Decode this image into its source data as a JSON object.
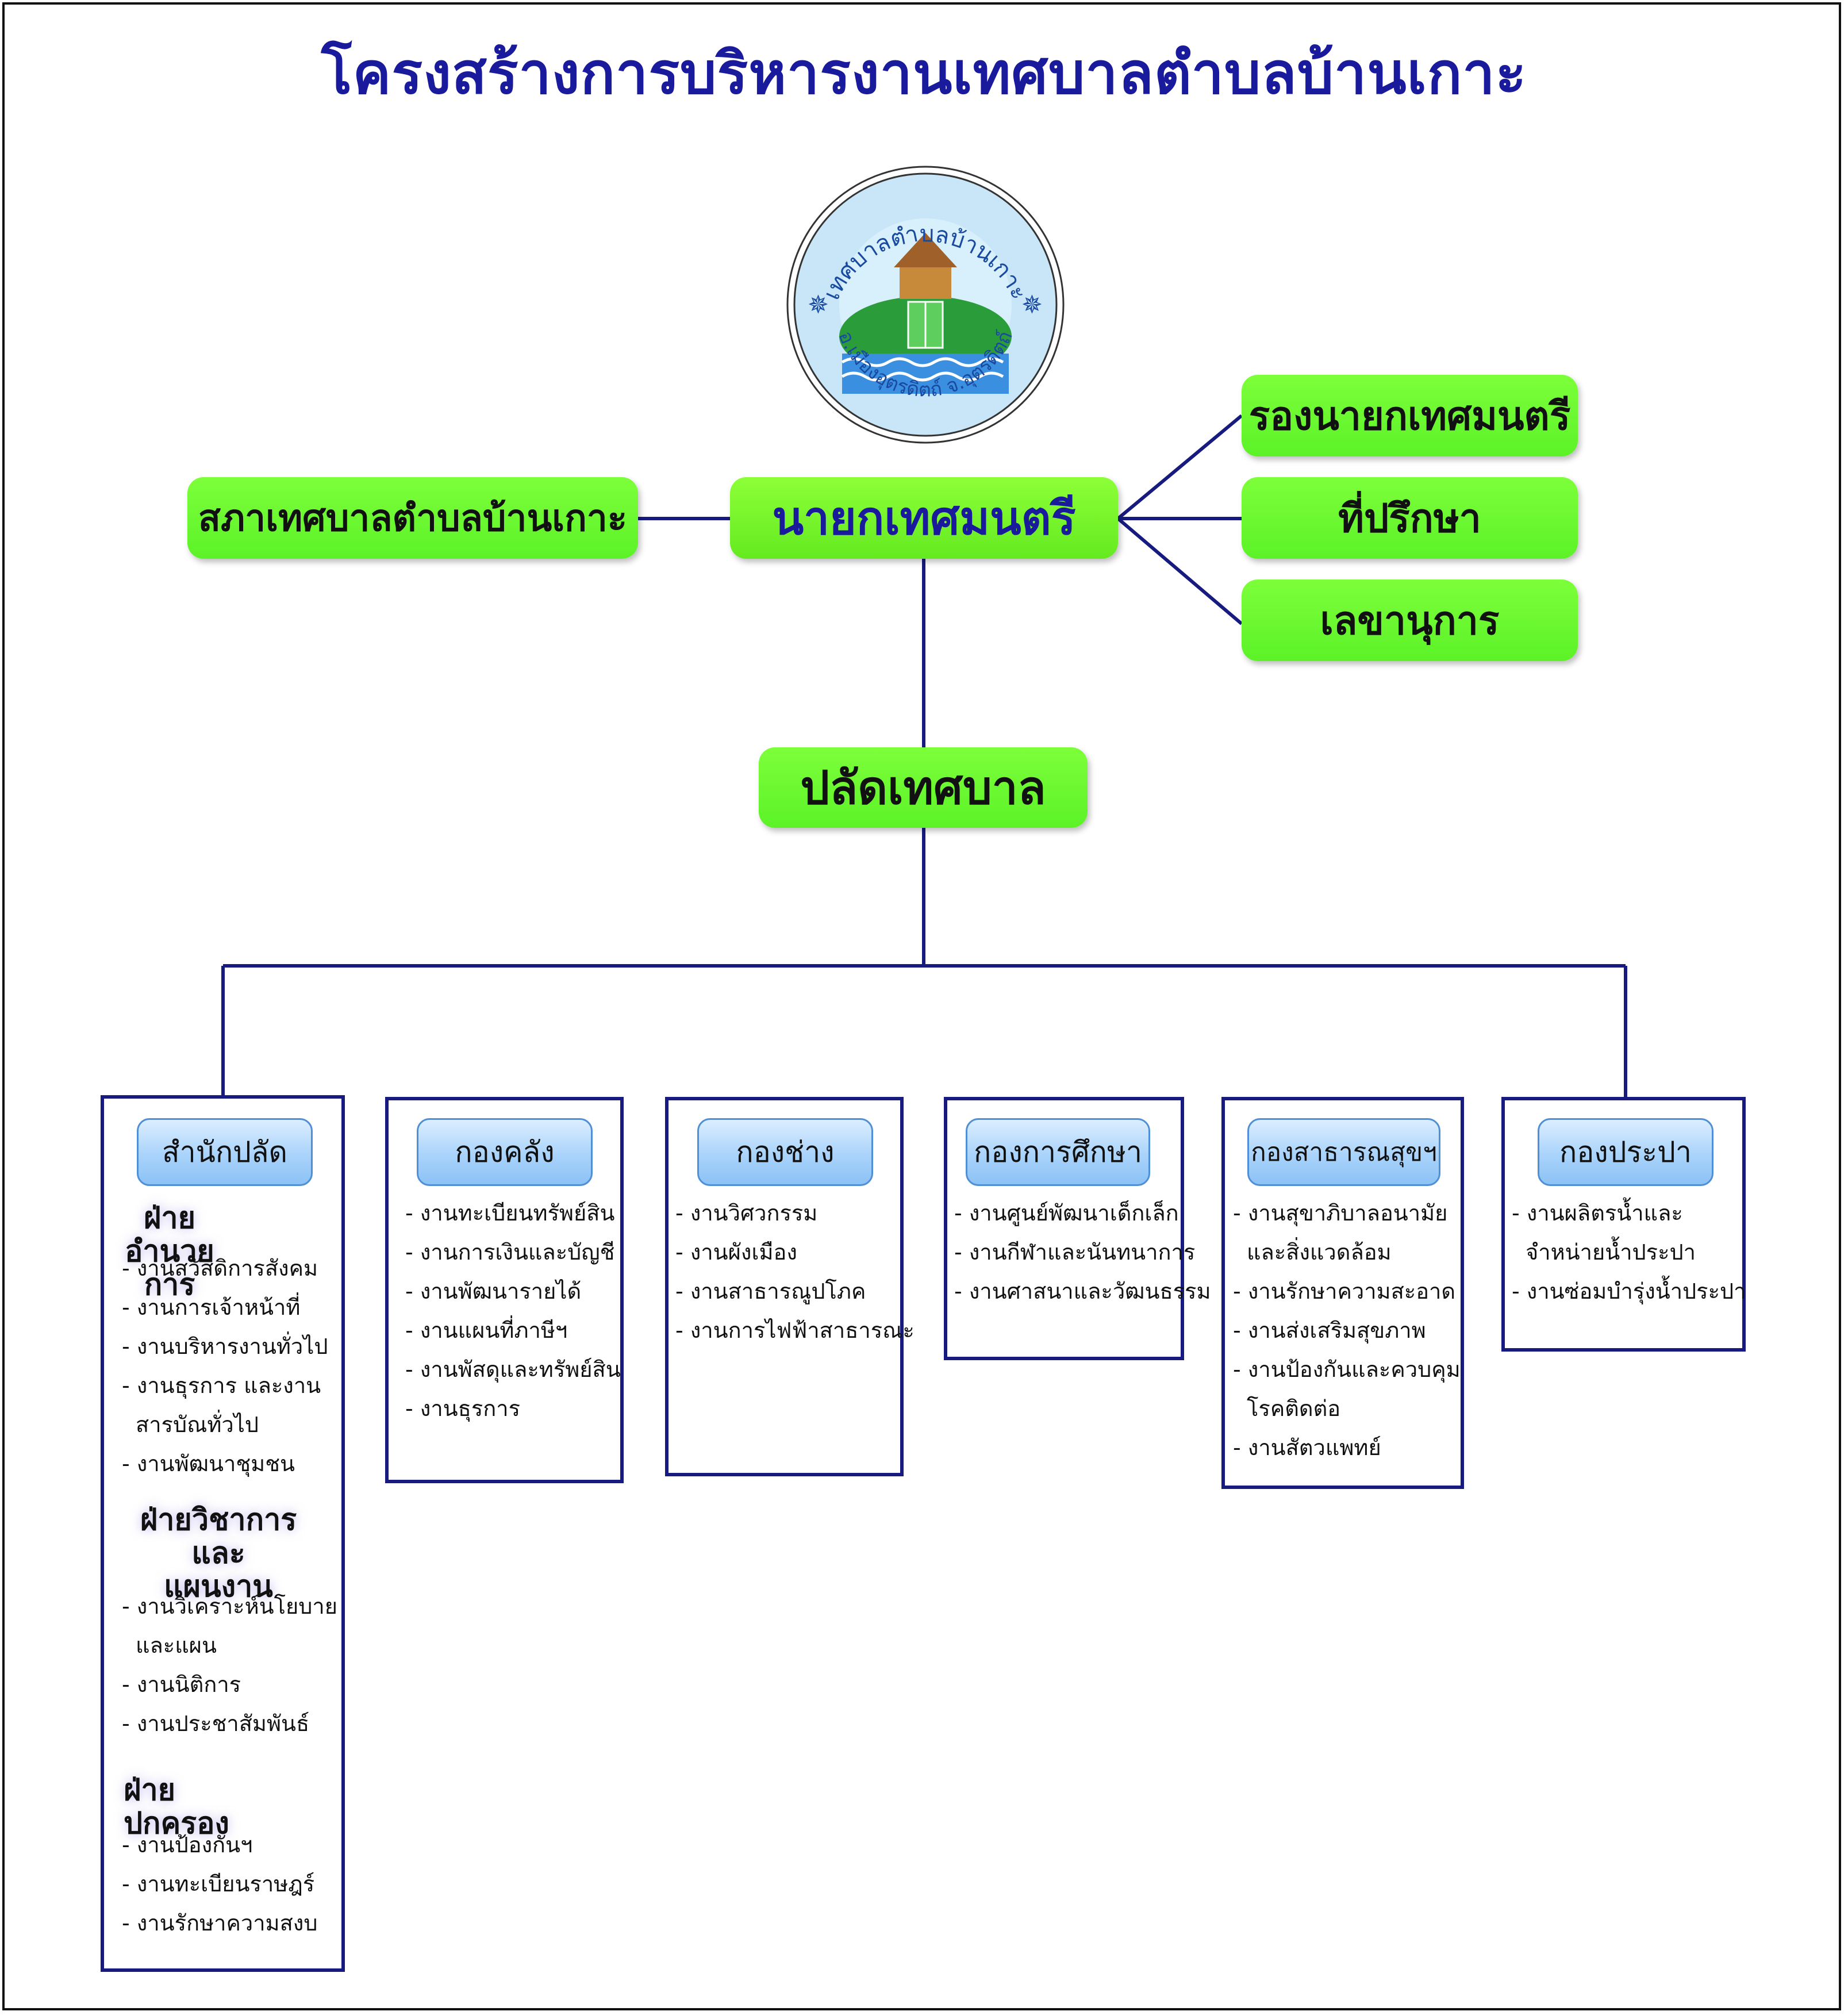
{
  "title": "โครงสร้างการบริหารงานเทศบาลตำบลบ้านเกาะ",
  "logo": {
    "top_text": "เทศบาลตำบลบ้านเกาะ",
    "bottom_text": "อ.เมืองอุตรดิตถ์ จ.อุตรดิตถ์"
  },
  "colors": {
    "node_green": "#66f02a",
    "line_navy": "#171b80",
    "title_blue": "#1a1a9c",
    "pill_blue": "#a9d3fb"
  },
  "top": {
    "council": "สภาเทศบาลตำบลบ้านเกาะ",
    "mayor": "นายกเทศมนตรี",
    "deputy": "รองนายกเทศมนตรี",
    "advisor": "ที่ปรึกษา",
    "secretary": "เลขานุการ",
    "clerk": "ปลัดเทศบาล"
  },
  "depts": [
    {
      "name": "สำนักปลัด",
      "sections": [
        {
          "title": "ฝ่ายอำนวยการ",
          "items": [
            "- งานสวัสดิการสังคม",
            "- งานการเจ้าหน้าที่",
            "- งานบริหารงานทั่วไป",
            "- งานธุรการ และงาน",
            "สารบัณทั่วไป",
            "- งานพัฒนาชุมชน"
          ]
        },
        {
          "title": "ฝ่ายวิชาการและ",
          "title2": "แผนงาน",
          "items": [
            "- งานวิเคราะห์นโยบาย",
            "และแผน",
            "- งานนิติการ",
            "- งานประชาสัมพันธ์"
          ]
        },
        {
          "title": "ฝ่ายปกครอง",
          "items": [
            "- งานป้องกันฯ",
            "- งานทะเบียนราษฎร์",
            "- งานรักษาความสงบ"
          ]
        }
      ]
    },
    {
      "name": "กองคลัง",
      "items": [
        "- งานทะเบียนทรัพย์สิน",
        "- งานการเงินและบัญชี",
        "- งานพัฒนารายได้",
        "- งานแผนที่ภาษีฯ",
        "- งานพัสดุและทรัพย์สิน",
        "- งานธุรการ"
      ]
    },
    {
      "name": "กองช่าง",
      "items": [
        "- งานวิศวกรรม",
        "- งานผังเมือง",
        "- งานสาธารณูปโภค",
        "- งานการไฟฟ้าสาธารณะ"
      ]
    },
    {
      "name": "กองการศึกษา",
      "items": [
        "- งานศูนย์พัฒนาเด็กเล็ก",
        "- งานกีฬาและนันทนาการ",
        "- งานศาสนาและวัฒนธรรม"
      ]
    },
    {
      "name": "กองสาธารณสุขฯ",
      "items": [
        "- งานสุขาภิบาลอนามัย",
        "และสิ่งแวดล้อม",
        "- งานรักษาความสะอาด",
        "- งานส่งเสริมสุขภาพ",
        "- งานป้องกันและควบคุม",
        "โรคติดต่อ",
        "- งานสัตวแพทย์"
      ]
    },
    {
      "name": "กองประปา",
      "items": [
        "- งานผลิตรน้ำและ",
        "จำหน่ายน้ำประปา",
        "- งานซ่อมบำรุ่งน้ำประปา"
      ]
    }
  ]
}
